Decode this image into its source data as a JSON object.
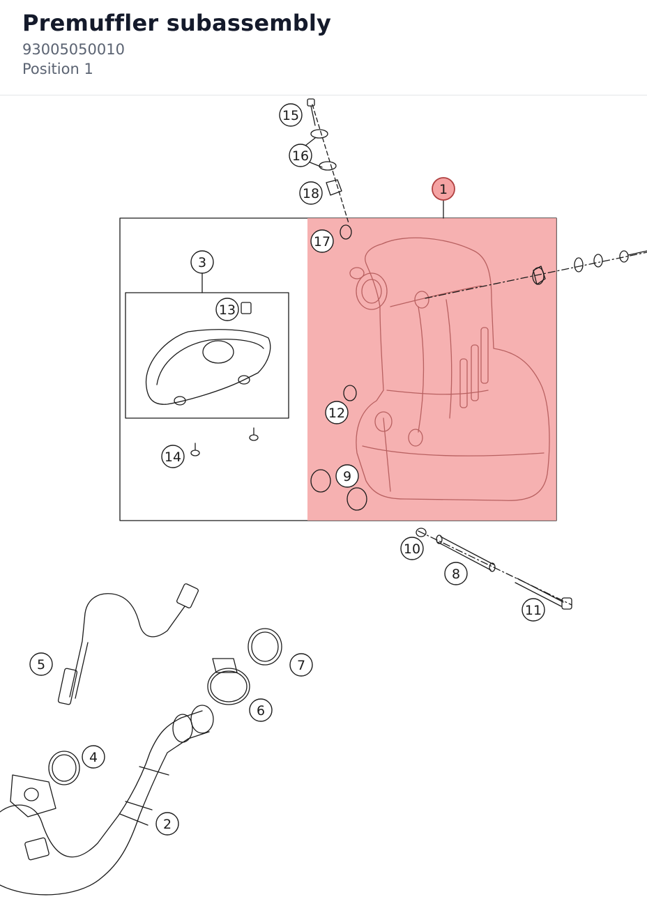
{
  "header": {
    "title": "Premuffler subassembly",
    "part_number": "93005050010",
    "position": "Position 1"
  },
  "diagram": {
    "highlight_color": "#f5a3a3",
    "highlight_stroke": "#b86060",
    "callouts": {
      "c1": "1",
      "c2": "2",
      "c3": "3",
      "c4": "4",
      "c5": "5",
      "c6": "6",
      "c7": "7",
      "c8": "8",
      "c9": "9",
      "c10": "10",
      "c11": "11",
      "c12": "12",
      "c13": "13",
      "c14": "14",
      "c15": "15",
      "c16": "16",
      "c17": "17",
      "c18": "18"
    }
  }
}
